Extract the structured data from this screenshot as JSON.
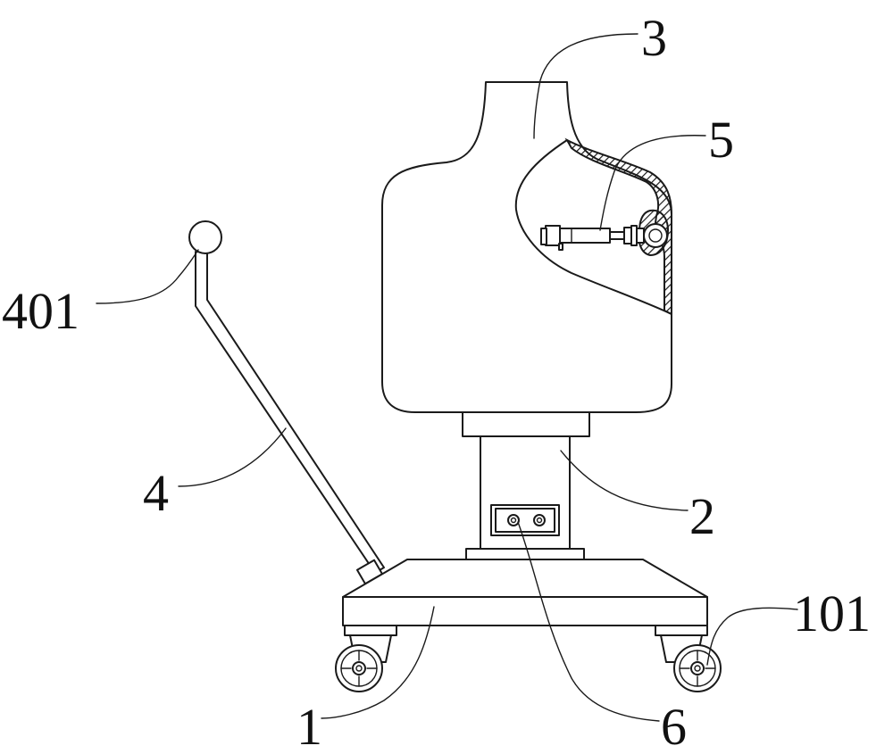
{
  "labels": {
    "base": "1",
    "column": "2",
    "body": "3",
    "handle": "4",
    "handle_knob": "401",
    "inner_actuator": "5",
    "control_panel": "6",
    "caster_wheel": "101"
  }
}
